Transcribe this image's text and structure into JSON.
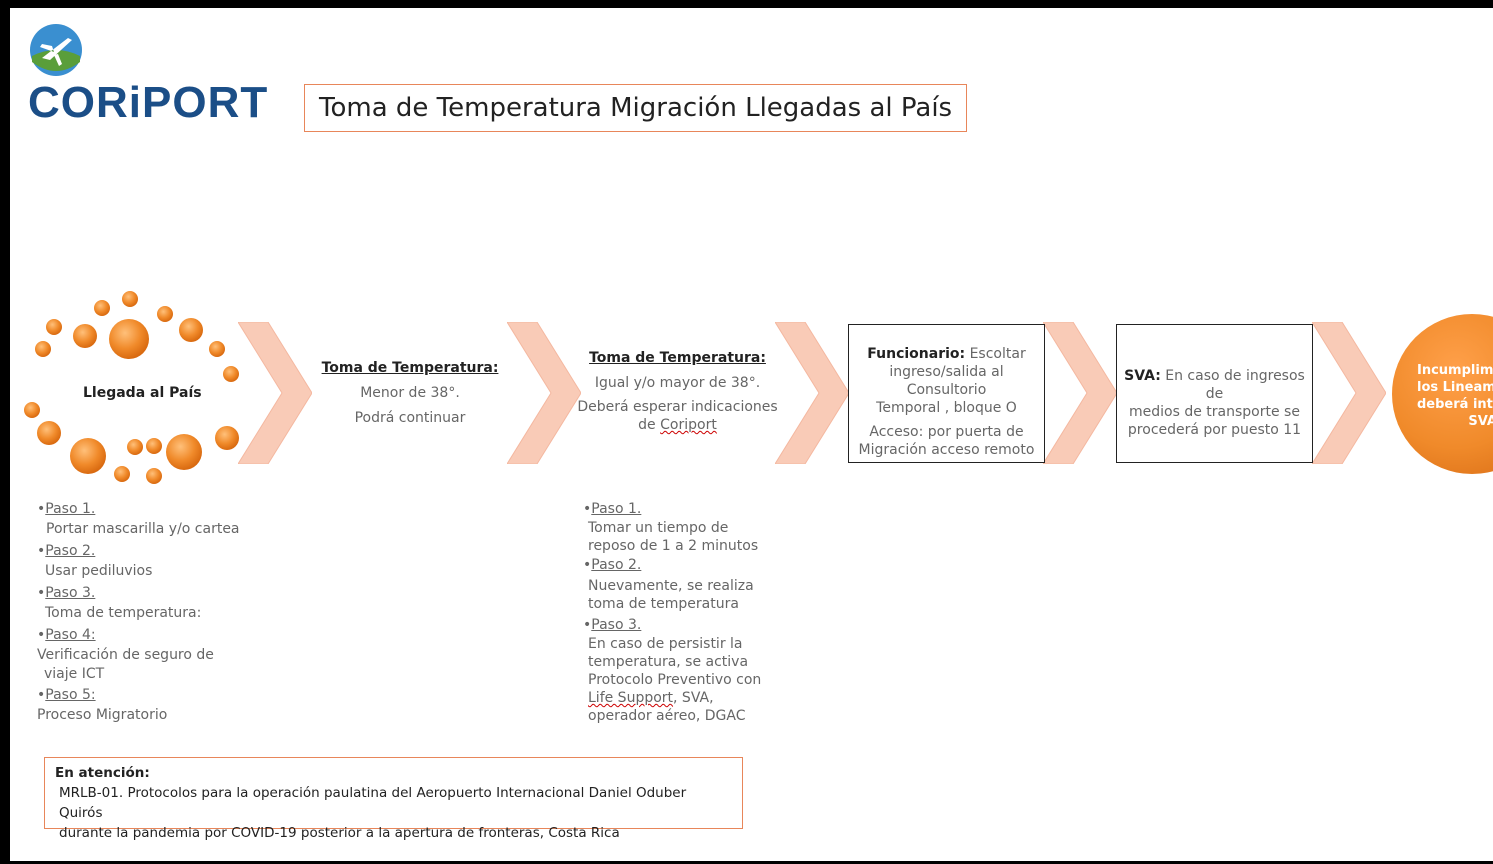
{
  "header": {
    "logo_text": "CORiPORT",
    "title": "Toma de Temperatura Migración Llegadas al País"
  },
  "colors": {
    "accent_orange": "#f08a2a",
    "chevron": "#f9cbb7",
    "logo_blue": "#1b4e87",
    "logo_green": "#5a9e3a"
  },
  "flow": {
    "start": {
      "label": "Llegada al País"
    },
    "step1": {
      "heading": "Toma de Temperatura:",
      "line1": "Menor de 38°.",
      "line2": "Podrá continuar"
    },
    "step2": {
      "heading": "Toma de Temperatura:",
      "line1": "Igual y/o mayor de 38°.",
      "line2a": "Deberá esperar indicaciones",
      "line2b_prefix": "de ",
      "line2b_link": "Coriport"
    },
    "box1": {
      "label": "Funcionario:",
      "line1": " Escoltar",
      "line2": "ingreso/salida  al Consultorio",
      "line3": "Temporal , bloque O",
      "line4": "Acceso: por puerta de",
      "line5": "Migración acceso remoto"
    },
    "box2": {
      "label": "SVA:",
      "line1": " En caso de ingresos de",
      "line2": "medios de transporte se",
      "line3": "procederá por puesto 11"
    },
    "end": {
      "line1": "Incumplimi",
      "line2": "los Lineami",
      "line3": "deberá inte",
      "line4": "SVA"
    }
  },
  "left_steps": [
    {
      "bullet": "•",
      "label": "Paso 1.",
      "text": "Portar mascarilla y/o cartea"
    },
    {
      "bullet": "•",
      "label": "Paso 2.",
      "text": "Usar pediluvios"
    },
    {
      "bullet": "•",
      "label": "Paso 3.",
      "text": "Toma de temperatura:"
    },
    {
      "bullet": "•",
      "label": "Paso 4:",
      "text": "Verificación de seguro de",
      "text2": "viaje ICT"
    },
    {
      "bullet": "•",
      "label": "Paso 5:",
      "text": "Proceso Migratorio"
    }
  ],
  "right_steps": [
    {
      "bullet": "•",
      "label": "Paso 1.",
      "lines": [
        "Tomar un tiempo de",
        "reposo de 1 a 2 minutos"
      ]
    },
    {
      "bullet": "•",
      "label": "Paso 2.",
      "lines": [
        "Nuevamente, se realiza",
        "toma de temperatura"
      ]
    },
    {
      "bullet": "•",
      "label": "Paso 3.",
      "lines": [
        "En caso de persistir la",
        "temperatura, se activa",
        "Protocolo Preventivo con"
      ],
      "link": "Life Support",
      "after_link": ", SVA,",
      "last": "operador aéreo, DGAC"
    }
  ],
  "note": {
    "heading": "En atención:",
    "line1": "MRLB-01. Protocolos para la operación paulatina del Aeropuerto Internacional Daniel Oduber Quirós",
    "line2": "durante la pandemia por COVID-19 posterior a la apertura de fronteras, Costa Rica"
  }
}
